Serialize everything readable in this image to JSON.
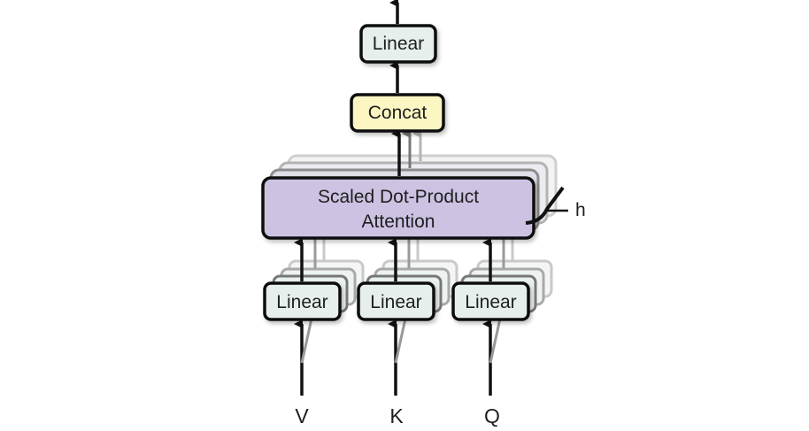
{
  "diagram": {
    "output_linear": {
      "label": "Linear"
    },
    "concat": {
      "label": "Concat",
      "color": "#fbf6c2"
    },
    "attention": {
      "label_line1": "Scaled Dot-Product",
      "label_line2": "Attention",
      "color": "#cdc2e2"
    },
    "heads_label": "h",
    "input_linears": [
      {
        "label": "Linear",
        "input": "V"
      },
      {
        "label": "Linear",
        "input": "K"
      },
      {
        "label": "Linear",
        "input": "Q"
      }
    ],
    "linear_color": "#e6efec",
    "stroke_color": "#111111"
  }
}
